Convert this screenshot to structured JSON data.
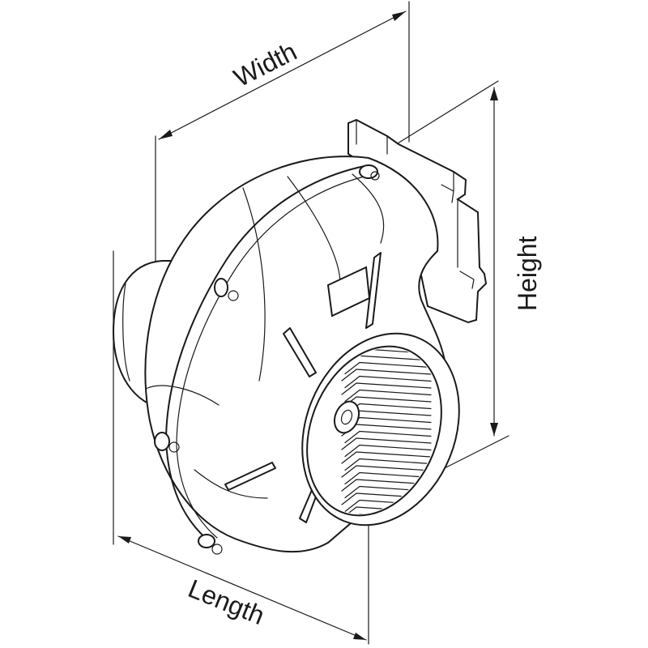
{
  "dimensions": {
    "width_label": "Width",
    "height_label": "Height",
    "length_label": "Length"
  },
  "icons": {
    "blower": "centrifugal-blower-icon"
  },
  "colors": {
    "ink": "#1a1a1a",
    "background": "#ffffff"
  }
}
